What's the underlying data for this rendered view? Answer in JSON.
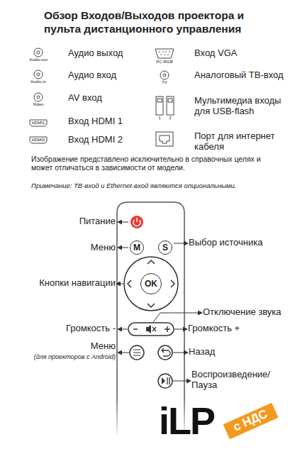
{
  "diagram": {
    "title": "Обзор Входов/Выходов проектора и пульта дистанционного управления",
    "nodes": [
      {
        "text": [
          "M"
        ]
      },
      {
        "text": [
          "S"
        ]
      },
      {
        "text": [
          "OK"
        ]
      }
    ],
    "labels": [
      "Audio-out",
      "Audio-in",
      "Video",
      "HDMI1",
      "HDMI2",
      "PC-RGB",
      "TV",
      "1",
      "2",
      "Аудио выход",
      "Аудио вход",
      "AV вход",
      "Вход HDMI 1",
      "Вход HDMI 2",
      "Вход VGA",
      "Аналоговый ТВ-вход",
      "Мультимедиа входы для USB-flash",
      "Порт для интернет кабеля",
      "Изображение представлено исключительно в справочных целях и может отличаться в зависимости от модели.",
      "Примечание: ТВ-вход и Ethernet-вход являются опциональными.",
      "Питание",
      "Меню",
      "Выбор источника",
      "Кнопки навигации",
      "Отключение звука",
      "Громкость -",
      "Громкость +",
      "Меню",
      "(для проекторов с Android)",
      "Назад",
      "Воспроизведение/ Пауза",
      "iLP",
      "с НДС"
    ]
  }
}
